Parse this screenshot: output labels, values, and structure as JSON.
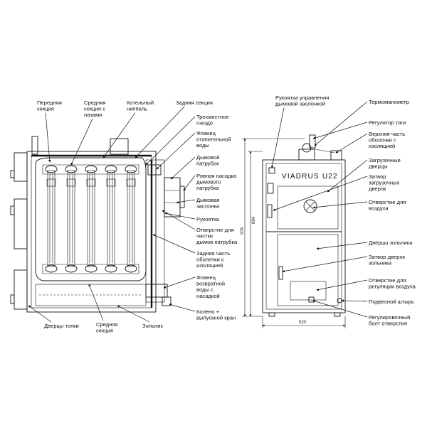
{
  "left_view": {
    "labels": [
      {
        "id": "front-section",
        "lines": [
          "Передняя",
          "секция"
        ]
      },
      {
        "id": "middle-section-grooves",
        "lines": [
          "Средняя",
          "секция с",
          "пазами"
        ]
      },
      {
        "id": "boiler-nipple",
        "lines": [
          "Котельный",
          "ниппель"
        ]
      },
      {
        "id": "rear-section",
        "lines": [
          "Задняя секция"
        ]
      },
      {
        "id": "three-way-socket",
        "lines": [
          "Трехместное",
          "гнездо"
        ]
      },
      {
        "id": "heating-water-flange",
        "lines": [
          "Фланец",
          "отопительной",
          "воды"
        ]
      },
      {
        "id": "smoke-pipe",
        "lines": [
          "Дымовой",
          "патрубок"
        ]
      },
      {
        "id": "smoke-pipe-cleaning-cover",
        "lines": [
          "Ровная насадка",
          "дымового",
          "патрубка"
        ]
      },
      {
        "id": "smoke-damper",
        "lines": [
          "Дымовая",
          "заслонка"
        ]
      },
      {
        "id": "handle",
        "lines": [
          "Рукоятка"
        ]
      },
      {
        "id": "smoke-pipe-cleaning-opening",
        "lines": [
          "Отверстие для",
          "чистки",
          "дымов.патрубка"
        ]
      },
      {
        "id": "rear-insulated-shell",
        "lines": [
          "Задняя часть",
          "оболочки с",
          "изоляцией"
        ]
      },
      {
        "id": "return-water-flange",
        "lines": [
          "Фланец",
          "возвратной",
          "воды с",
          "насадкой"
        ]
      },
      {
        "id": "elbow-drain-cock",
        "lines": [
          "Колено +",
          "выпускной кран"
        ]
      },
      {
        "id": "firebox-door",
        "lines": [
          "Дверцы топки"
        ]
      },
      {
        "id": "middle-section",
        "lines": [
          "Средняя",
          "секция"
        ]
      },
      {
        "id": "ash-pan",
        "lines": [
          "Зольник"
        ]
      }
    ]
  },
  "right_view": {
    "brand": "VIADRUS U22",
    "dimensions": {
      "height_total": "974",
      "height_body": "894",
      "width": "520"
    },
    "labels": [
      {
        "id": "smoke-damper-control-handle",
        "lines": [
          "Рукоятка управления",
          "дымовой заслонкой"
        ]
      },
      {
        "id": "thermometer",
        "lines": [
          "Термоманометр"
        ]
      },
      {
        "id": "draft-regulator",
        "lines": [
          "Регулятор тяги"
        ]
      },
      {
        "id": "upper-insulated-shell",
        "lines": [
          "Верхняя часть",
          "оболочки с",
          "изоляцией"
        ]
      },
      {
        "id": "loading-door",
        "lines": [
          "Загрузочные",
          "дверцы"
        ]
      },
      {
        "id": "loading-door-latch",
        "lines": [
          "Затвор",
          "загрузочных",
          "дверок"
        ]
      },
      {
        "id": "air-opening",
        "lines": [
          "Отверстие для",
          "воздуха"
        ]
      },
      {
        "id": "ash-door",
        "lines": [
          "Дверцы зольника"
        ]
      },
      {
        "id": "ash-door-latch",
        "lines": [
          "Затвор дверок",
          "зольника"
        ]
      },
      {
        "id": "air-regulation-opening",
        "lines": [
          "Отверстие для",
          "регуляции воздуха"
        ]
      },
      {
        "id": "hanging-pin",
        "lines": [
          "Подвесной штырь"
        ]
      },
      {
        "id": "adjusting-bolt",
        "lines": [
          "Регулировочный",
          "болт отверстия"
        ]
      }
    ]
  }
}
